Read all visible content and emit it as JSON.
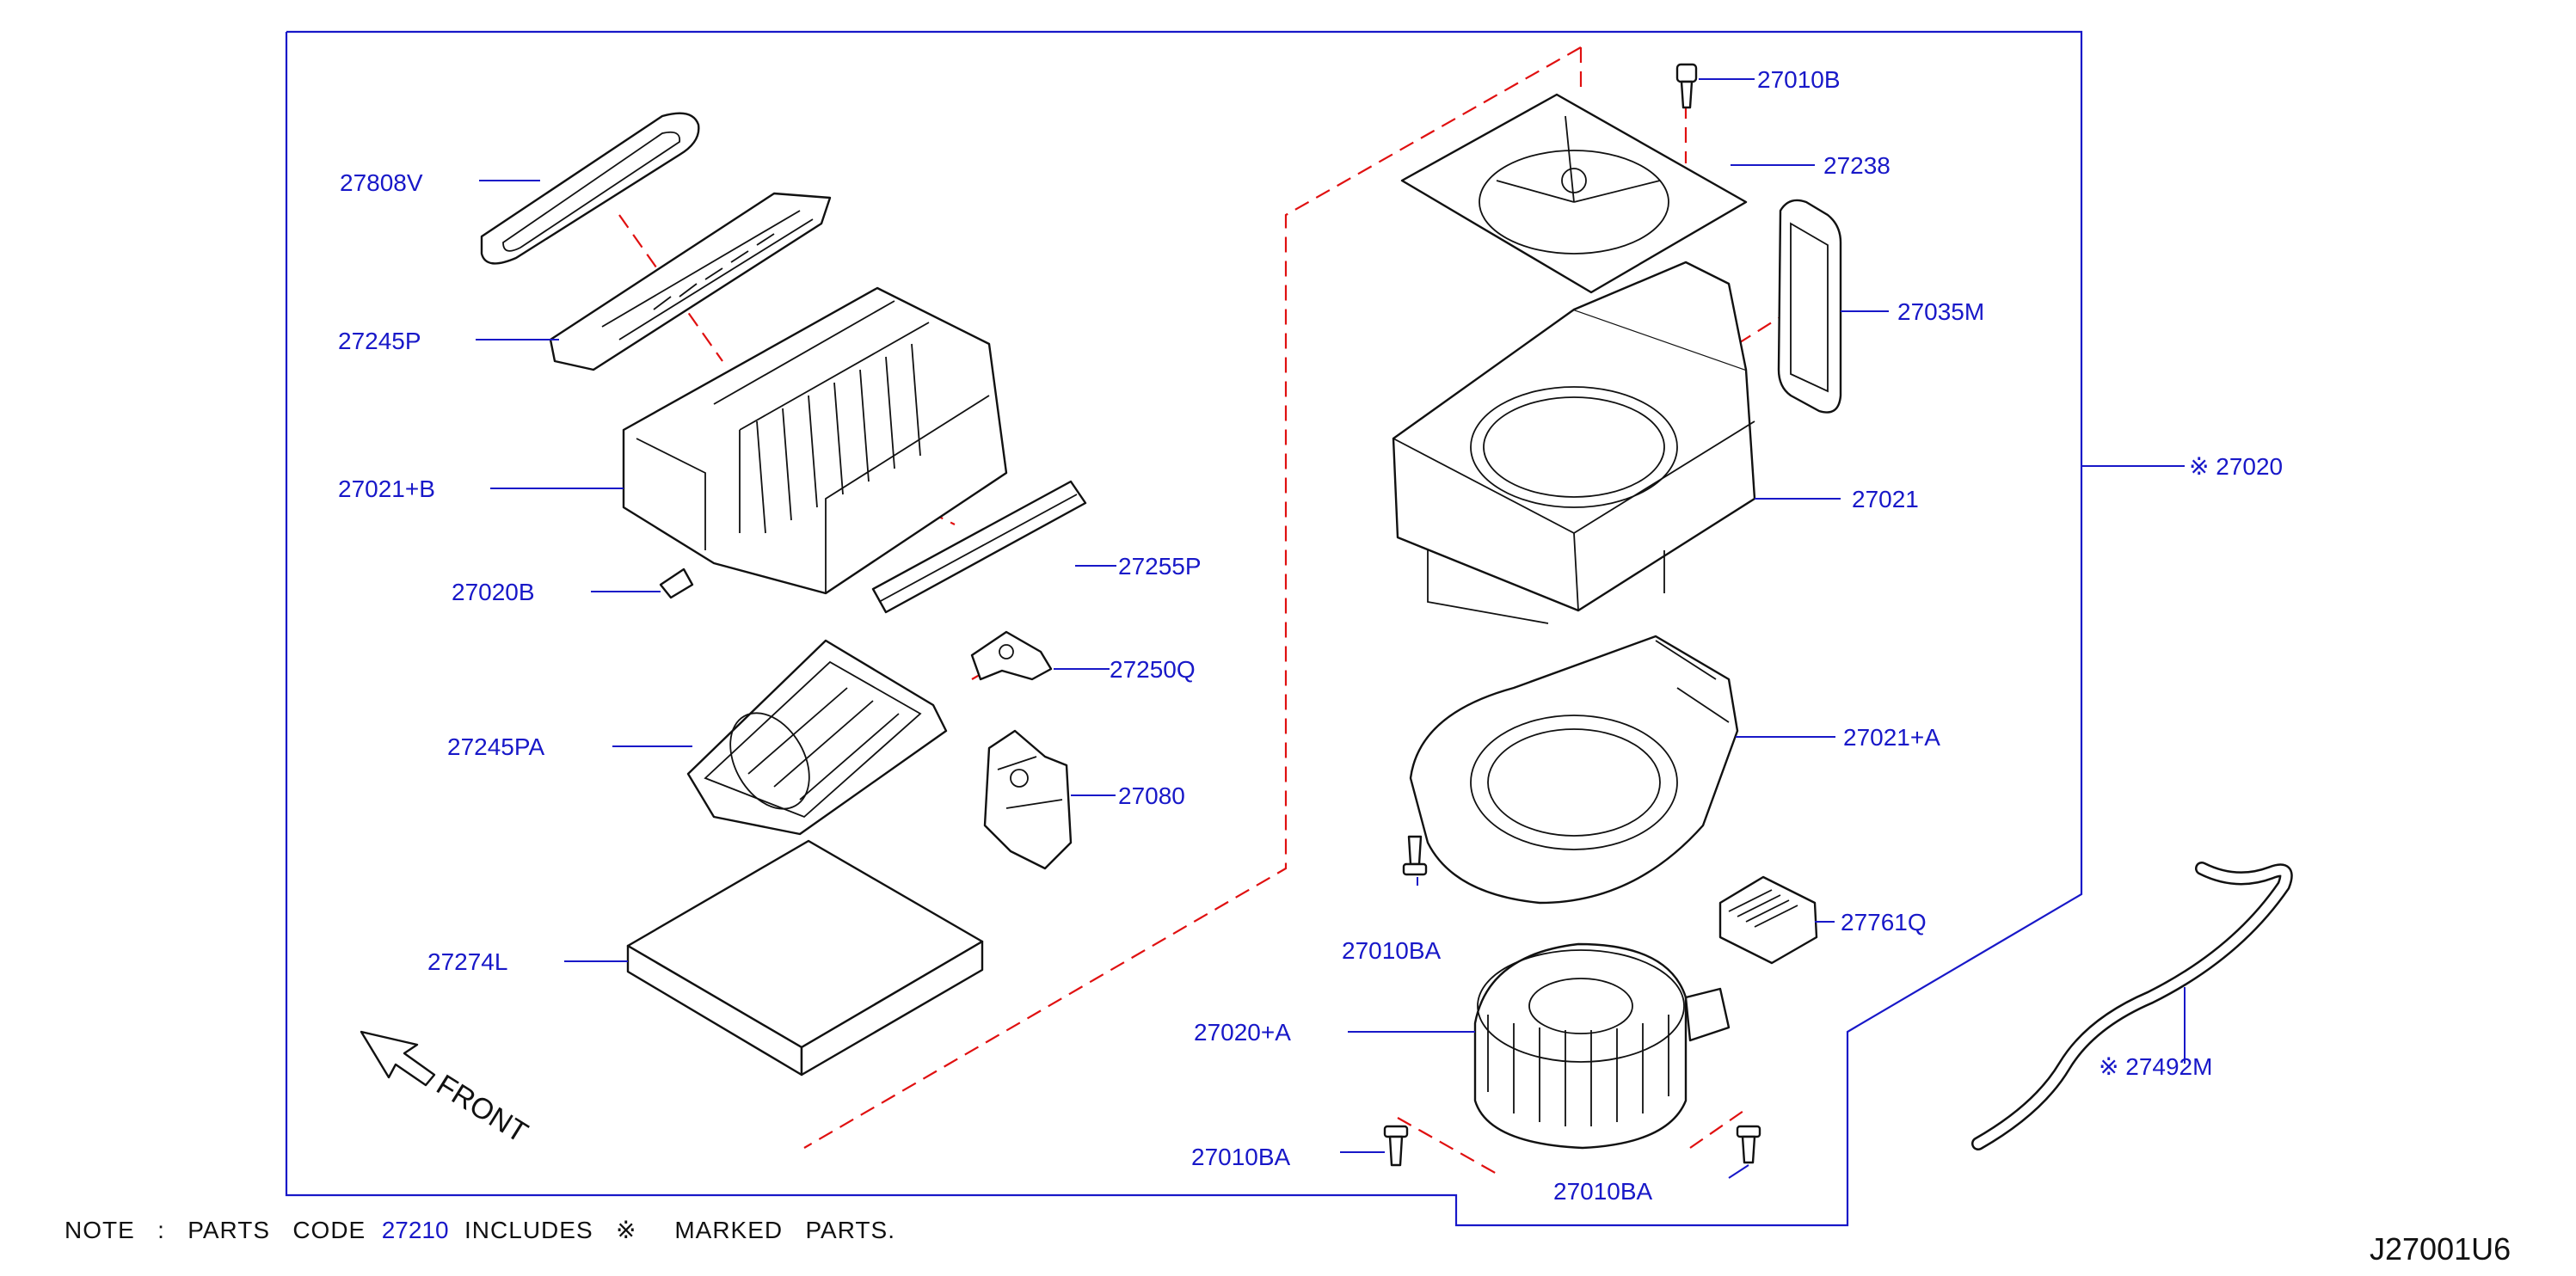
{
  "labels": {
    "p27808V": "27808V",
    "p27245P": "27245P",
    "p27021B": "27021+B",
    "p27020B": "27020B",
    "p27255P": "27255P",
    "p27250Q": "27250Q",
    "p27245PA": "27245PA",
    "p27080": "27080",
    "p27274L": "27274L",
    "p27010B": "27010B",
    "p27238": "27238",
    "p27035M": "27035M",
    "p27020": "※ 27020",
    "p27021": "27021",
    "p27021A": "27021+A",
    "p27010BA_top": "27010BA",
    "p27761Q": "27761Q",
    "p27020A": "27020+A",
    "p27492M": "※ 27492M",
    "p27010BA_left": "27010BA",
    "p27010BA_right": "27010BA"
  },
  "front_label": "FRONT",
  "note": {
    "prefix": "NOTE   :   PARTS   CODE",
    "code": "27210",
    "suffix": "INCLUDES   ※     MARKED   PARTS."
  },
  "diagram_code": "J27001U6",
  "colors": {
    "label_blue": "#1818c8",
    "leader_blue": "#1818c8",
    "dashed_red": "#e01010",
    "linework": "#111111"
  }
}
